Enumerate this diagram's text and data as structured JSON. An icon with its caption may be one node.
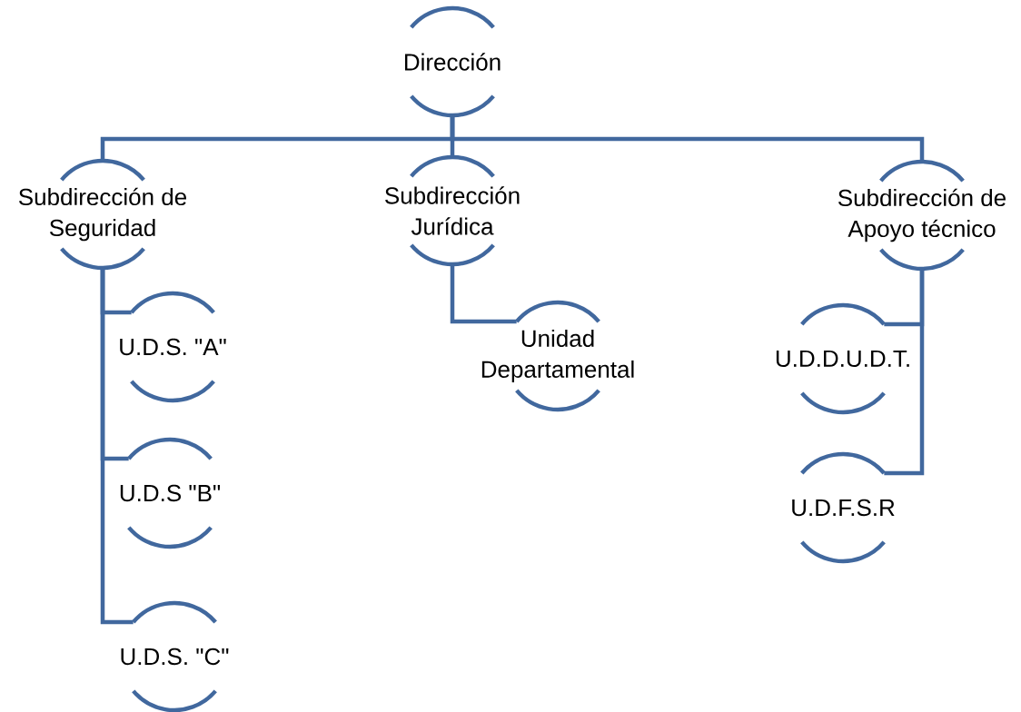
{
  "diagram": {
    "nodes": [
      {
        "text": [
          "Dirección"
        ]
      },
      {
        "text": [
          "Subdirección de Seguridad"
        ]
      },
      {
        "text": [
          "Subdirección Jurídica"
        ]
      },
      {
        "text": [
          "Subdirección de Apoyo técnico"
        ]
      },
      {
        "text": [
          "U.D.S. \"A\""
        ]
      },
      {
        "text": [
          "U.D.S \"B\""
        ]
      },
      {
        "text": [
          "U.D.S. \"C\""
        ]
      },
      {
        "text": [
          "Unidad Departamental"
        ]
      },
      {
        "text": [
          "U.D.D.U.D.T."
        ]
      },
      {
        "text": [
          "U.D.F.S.R"
        ]
      }
    ],
    "edges": [
      {
        "from": 0,
        "to": 1,
        "arrow": "none"
      },
      {
        "from": 0,
        "to": 2,
        "arrow": "none"
      },
      {
        "from": 0,
        "to": 3,
        "arrow": "none"
      },
      {
        "from": 1,
        "to": 4,
        "arrow": "none"
      },
      {
        "from": 1,
        "to": 5,
        "arrow": "none"
      },
      {
        "from": 1,
        "to": 6,
        "arrow": "none"
      },
      {
        "from": 2,
        "to": 7,
        "arrow": "none"
      },
      {
        "from": 3,
        "to": 8,
        "arrow": "none"
      },
      {
        "from": 3,
        "to": 9,
        "arrow": "none"
      }
    ]
  }
}
